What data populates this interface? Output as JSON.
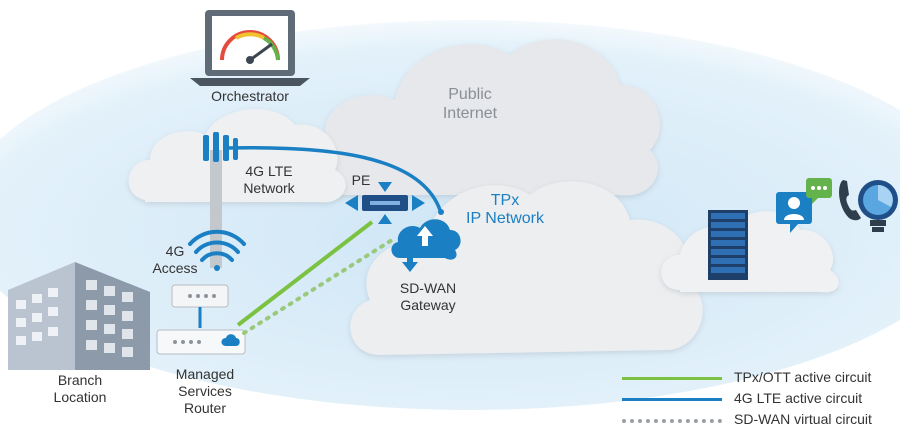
{
  "labels": {
    "orchestrator": "Orchestrator",
    "public_internet": [
      "Public",
      "Internet"
    ],
    "lte_network": [
      "4G LTE",
      "Network"
    ],
    "pe": "PE",
    "tpx_network": [
      "TPx",
      "IP Network"
    ],
    "access_4g": [
      "4G",
      "Access"
    ],
    "sdwan_gateway": [
      "SD-WAN",
      "Gateway"
    ],
    "branch": [
      "Branch",
      "Location"
    ],
    "router": [
      "Managed",
      "Services",
      "Router"
    ]
  },
  "legend": [
    {
      "label": "TPx/OTT active circuit",
      "color": "#7cc242",
      "style": "solid"
    },
    {
      "label": "4G LTE active circuit",
      "color": "#1b7fc4",
      "style": "solid"
    },
    {
      "label": "SD-WAN virtual circuit",
      "color": "#9b9fa4",
      "style": "dotted"
    }
  ],
  "colors": {
    "tpx_green": "#7cc242",
    "lte_blue": "#1b7fc4",
    "virtual_grey": "#9b9fa4",
    "cloud": "#e9eaec",
    "sky": "#d6ebf8"
  },
  "icons": [
    "laptop-gauge-icon",
    "cell-tower-icon",
    "wifi-signal-icon",
    "router-icon",
    "pe-router-icon",
    "sdwan-cloud-icon",
    "building-icon",
    "server-rack-icon",
    "chat-user-icon",
    "phone-icon",
    "lightbulb-gear-icon"
  ]
}
